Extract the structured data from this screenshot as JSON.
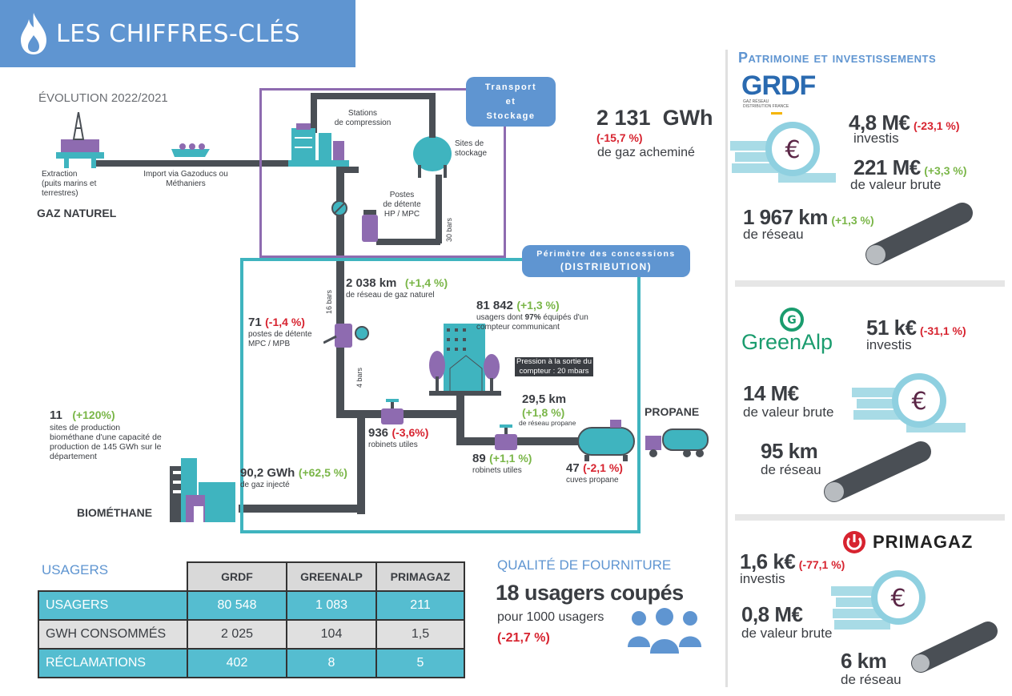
{
  "header": {
    "title": "LES CHIFFRES-CLÉS"
  },
  "diagram": {
    "evolution": "ÉVOLUTION 2022/2021",
    "transport_line1": "Transport",
    "transport_line2": "et",
    "transport_line3": "Stockage",
    "stations": "Stations\nde compression",
    "sites_stockage": "Sites de\nstockage",
    "postes_detente": "Postes\nde détente\nHP / MPC",
    "bars30": "30 bars",
    "extraction": "Extraction\n(puits marins et\nterrestres)",
    "import": "Import via Gazoducs ou\nMéthaniers",
    "gaz_naturel": "GAZ NATUREL",
    "gwh_value": "2 131  GWh",
    "gwh_change": "(-15,7 %)",
    "gwh_label": "de gaz acheminé",
    "perimetre_line1": "Périmètre des concessions",
    "perimetre_line2": "(DISTRIBUTION)",
    "km_value": "2 038 km",
    "km_change": "(+1,4 %)",
    "km_label": "de réseau de gaz naturel",
    "bars16": "16 bars",
    "bars4": "4 bars",
    "postes_value": "71",
    "postes_change": "(-1,4 %)",
    "postes_label": "postes de détente\nMPC / MPB",
    "usagers_value": "81 842",
    "usagers_change": "(+1,3 %)",
    "usagers_label_a": "usagers dont ",
    "usagers_label_b": "97%",
    "usagers_label_c": " équipés d'un\ncompteur communicant",
    "pression": "Pression à la sortie du\ncompteur : 20 mbars",
    "propane_km_value": "29,5 km",
    "propane_km_change": "(+1,8 %)",
    "propane_km_label": "de réseau propane",
    "propane": "PROPANE",
    "bio_value": "11",
    "bio_change": "(+120%)",
    "bio_label": "sites de production\nbiométhane d'une capacité de\nproduction de  145 GWh sur le\ndépartement",
    "biomethane": "BIOMÉTHANE",
    "inj_value": "90,2 GWh",
    "inj_change": "(+62,5 %)",
    "inj_label": "de gaz injecté",
    "rob936_value": "936",
    "rob936_change": "(-3,6%)",
    "rob936_label": "robinets utiles",
    "rob89_value": "89",
    "rob89_change": "(+1,1 %)",
    "rob89_label": "robinets utiles",
    "cuves_value": "47",
    "cuves_change": "(-2,1 %)",
    "cuves_label": "cuves propane"
  },
  "usagers_table": {
    "title": "USAGERS",
    "headers": [
      "GRDF",
      "GREENALP",
      "PRIMAGAZ"
    ],
    "rows": [
      {
        "label": "USAGERS",
        "values": [
          "80 548",
          "1 083",
          "211"
        ]
      },
      {
        "label": "GWH CONSOMMÉS",
        "values": [
          "2 025",
          "104",
          "1,5"
        ]
      },
      {
        "label": "RÉCLAMATIONS",
        "values": [
          "402",
          "8",
          "5"
        ]
      }
    ]
  },
  "qualite": {
    "title": "QUALITÉ DE FOURNITURE",
    "value": "18 usagers coupés",
    "label": "pour 1000 usagers",
    "change": "(-21,7 %)"
  },
  "patrimoine": {
    "title": "Patrimoine et investissements",
    "grdf": {
      "logo": "GRDF",
      "logo_sub": "GAZ RÉSEAU\nDISTRIBUTION FRANCE",
      "invest_value": "4,8 M€",
      "invest_change": "(-23,1 %)",
      "invest_label": "investis",
      "brute_value": "221 M€",
      "brute_change": "(+3,3 %)",
      "brute_label": "de valeur brute",
      "reseau_value": "1 967 km",
      "reseau_change": "(+1,3 %)",
      "reseau_label": "de réseau"
    },
    "greenalp": {
      "logo": "GreenAlp",
      "invest_value": "51 k€",
      "invest_change": "(-31,1 %)",
      "invest_label": "investis",
      "brute_value": "14 M€",
      "brute_label": "de valeur brute",
      "reseau_value": "95 km",
      "reseau_label": "de réseau"
    },
    "primagaz": {
      "logo": "PRIMAGAZ",
      "invest_value": "1,6 k€",
      "invest_change": "(-77,1 %)",
      "invest_label": "investis",
      "brute_value": "0,8 M€",
      "brute_label": "de valeur brute",
      "reseau_value": "6 km",
      "reseau_label": "de réseau"
    }
  },
  "colors": {
    "blue": "#5f95d1",
    "teal": "#3fb4bf",
    "purple": "#8e6bb0",
    "red": "#d7232f",
    "green": "#7ab648",
    "pipe": "#4a4f55"
  }
}
